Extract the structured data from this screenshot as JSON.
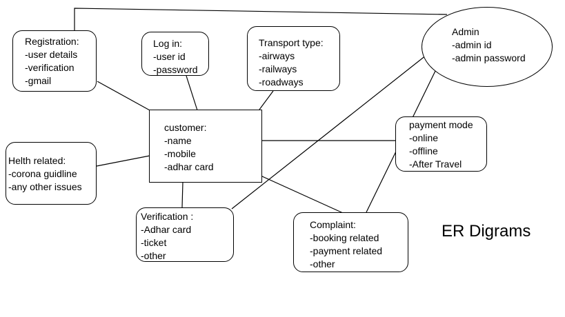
{
  "diagram_caption": "ER Digrams",
  "entities": {
    "registration": {
      "title": "Registration:",
      "attributes": [
        "-user details",
        "-verification",
        "-gmail"
      ]
    },
    "login": {
      "title": "Log in:",
      "attributes": [
        "-user id",
        "-password"
      ]
    },
    "transport": {
      "title": "Transport type:",
      "attributes": [
        "-airways",
        "-railways",
        "-roadways"
      ]
    },
    "admin": {
      "title": "Admin",
      "attributes": [
        "-admin id",
        "-admin password"
      ]
    },
    "customer": {
      "title": "customer:",
      "attributes": [
        "-name",
        "-mobile",
        "-adhar card"
      ]
    },
    "payment": {
      "title": "payment mode",
      "attributes": [
        "-online",
        "-offline",
        "-After Travel"
      ]
    },
    "health": {
      "title": "Helth related:",
      "attributes": [
        "-corona guidline",
        "-any other issues"
      ]
    },
    "verification": {
      "title": "Verification :",
      "attributes": [
        "-Adhar card",
        "-ticket",
        "-other"
      ]
    },
    "complaint": {
      "title": "Complaint:",
      "attributes": [
        "-booking related",
        "-payment related",
        "-other"
      ]
    }
  }
}
